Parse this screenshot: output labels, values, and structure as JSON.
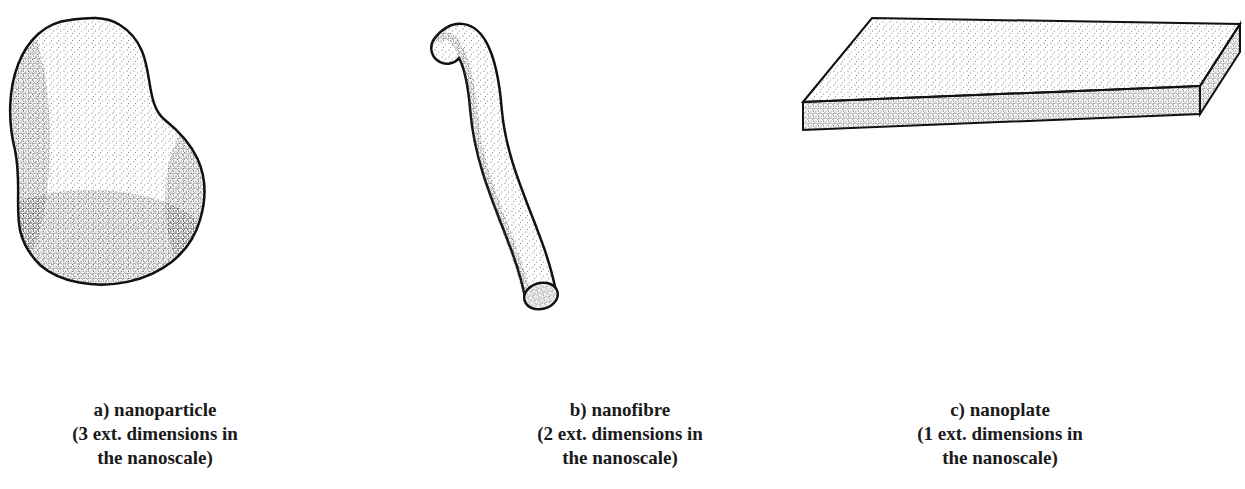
{
  "diagram": {
    "labels": [
      "a) nanoparticle",
      "(3 ext. dimensions in the nanoscale)",
      "b) nanofibre",
      "(2 ext. dimensions in the nanoscale)",
      "c) nanoplate",
      "(1 ext. dimensions in the nanoscale)"
    ]
  }
}
